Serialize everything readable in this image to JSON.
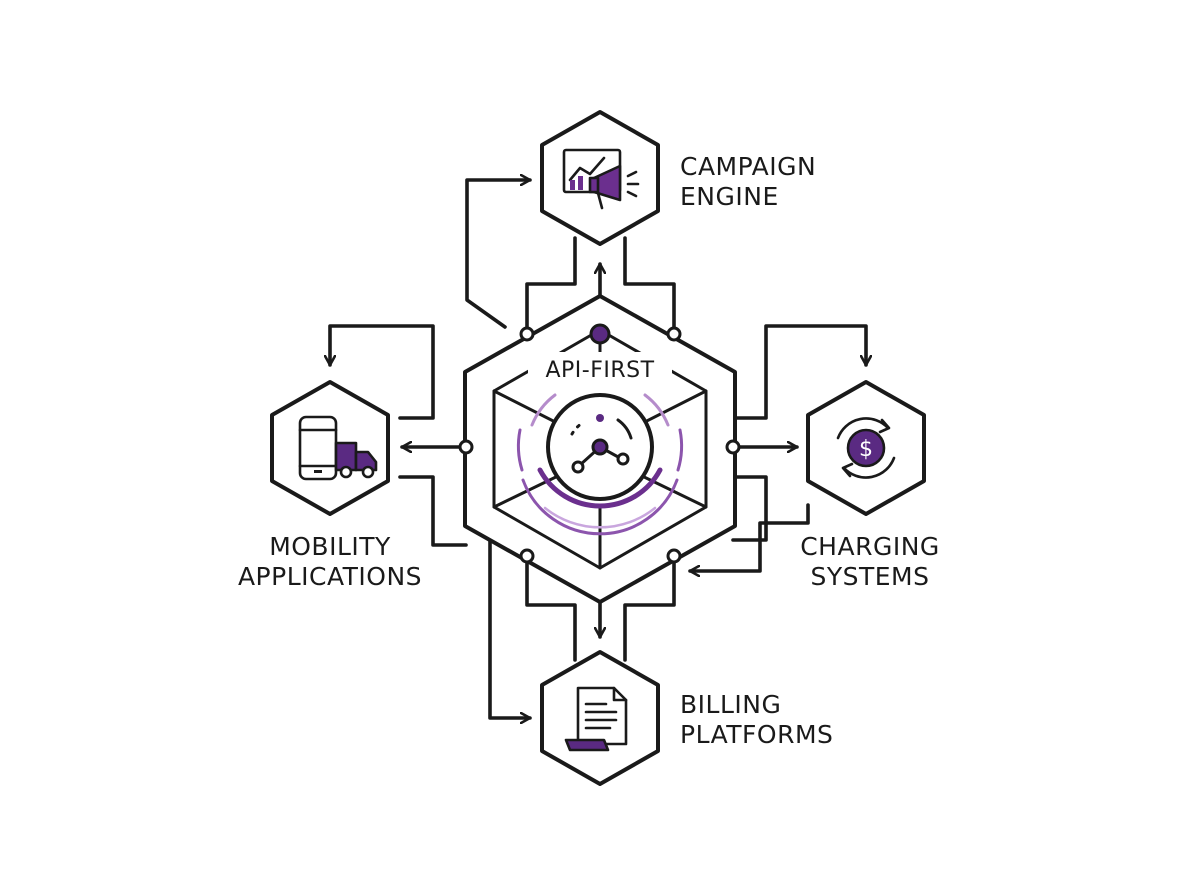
{
  "diagram": {
    "center": {
      "title": "API-FIRST",
      "icon": "connected-nodes-icon"
    },
    "nodes": {
      "campaign": {
        "line1": "CAMPAIGN",
        "line2": "ENGINE",
        "icon": "megaphone-chart-icon"
      },
      "mobility": {
        "line1": "MOBILITY",
        "line2": "APPLICATIONS",
        "icon": "phone-truck-icon"
      },
      "charging": {
        "line1": "CHARGING",
        "line2": "SYSTEMS",
        "icon": "dollar-cycle-icon"
      },
      "billing": {
        "line1": "BILLING",
        "line2": "PLATFORMS",
        "icon": "document-icon"
      }
    },
    "colors": {
      "line": "#1a1a1a",
      "accent": "#6b2f8e",
      "accent_light": "#c9a6de",
      "accent_fill": "#5a2a82"
    }
  }
}
